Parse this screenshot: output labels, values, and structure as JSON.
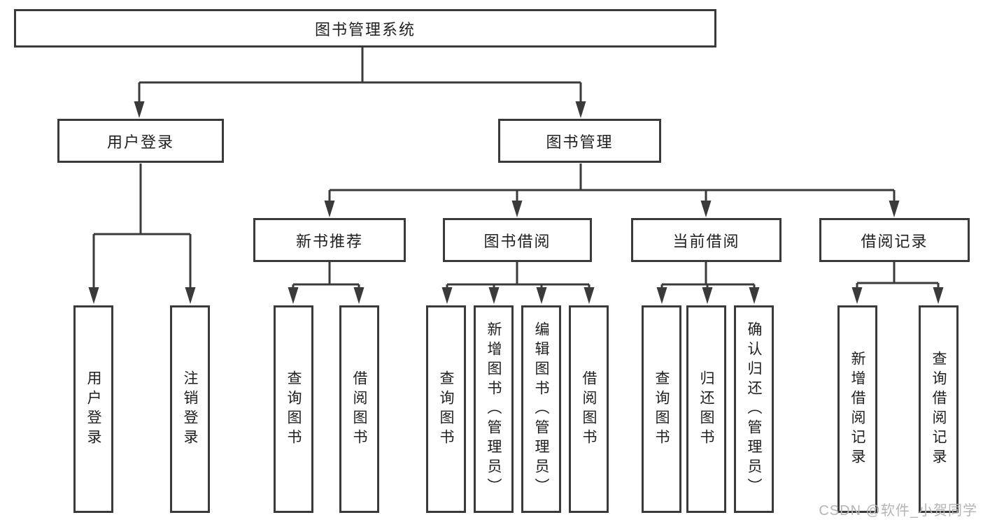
{
  "tree": {
    "root": "图书管理系统",
    "branches": [
      {
        "label": "用户登录",
        "leaves": [
          "用户登录",
          "注销登录"
        ]
      },
      {
        "label": "图书管理",
        "groups": [
          {
            "label": "新书推荐",
            "leaves": [
              "查询图书",
              "借阅图书"
            ]
          },
          {
            "label": "图书借阅",
            "leaves": [
              "查询图书",
              "新增图书（管理员）",
              "编辑图书（管理员）",
              "借阅图书"
            ]
          },
          {
            "label": "当前借阅",
            "leaves": [
              "查询图书",
              "归还图书",
              "确认归还（管理员）"
            ]
          },
          {
            "label": "借阅记录",
            "leaves": [
              "新增借阅记录",
              "查询借阅记录"
            ]
          }
        ]
      }
    ]
  },
  "colors": {
    "line": "#3a3a3a",
    "text": "#1f1f1f",
    "watermark": "#b5b5b5",
    "background": "#ffffff"
  },
  "watermark": {
    "text": "CSDN @软件_小贺同学"
  }
}
